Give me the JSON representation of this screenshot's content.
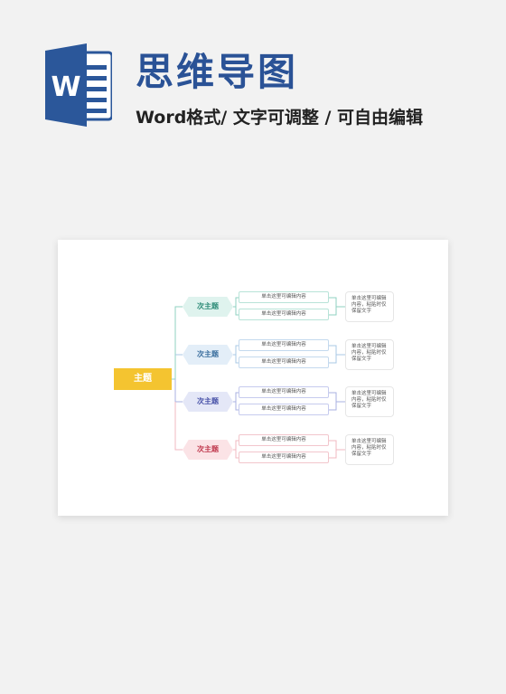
{
  "header": {
    "title": "思维导图",
    "subtitle": "Word格式/ 文字可调整 / 可自由编辑",
    "logo_letter": "W"
  },
  "colors": {
    "brand_blue": "#2b579a",
    "main_topic": "#f4c430",
    "branch_1": "#8fd1c2",
    "branch_2": "#a8c8e6",
    "branch_3": "#aab2e2",
    "branch_4": "#f0b8c0"
  },
  "mindmap": {
    "main_topic": "主题",
    "branches": [
      {
        "label": "次主题",
        "leaves": [
          "单击这里可编辑内容",
          "单击这里可编辑内容"
        ],
        "note": [
          "单击这里可编辑",
          "内容，粘贴时仅",
          "保留文字"
        ]
      },
      {
        "label": "次主题",
        "leaves": [
          "单击这里可编辑内容",
          "单击这里可编辑内容"
        ],
        "note": [
          "单击这里可编辑",
          "内容，粘贴时仅",
          "保留文字"
        ]
      },
      {
        "label": "次主题",
        "leaves": [
          "单击这里可编辑内容",
          "单击这里可编辑内容"
        ],
        "note": [
          "单击这里可编辑",
          "内容，粘贴时仅",
          "保留文字"
        ]
      },
      {
        "label": "次主题",
        "leaves": [
          "单击这里可编辑内容",
          "单击这里可编辑内容"
        ],
        "note": [
          "单击这里可编辑",
          "内容，粘贴时仅",
          "保留文字"
        ]
      }
    ]
  }
}
